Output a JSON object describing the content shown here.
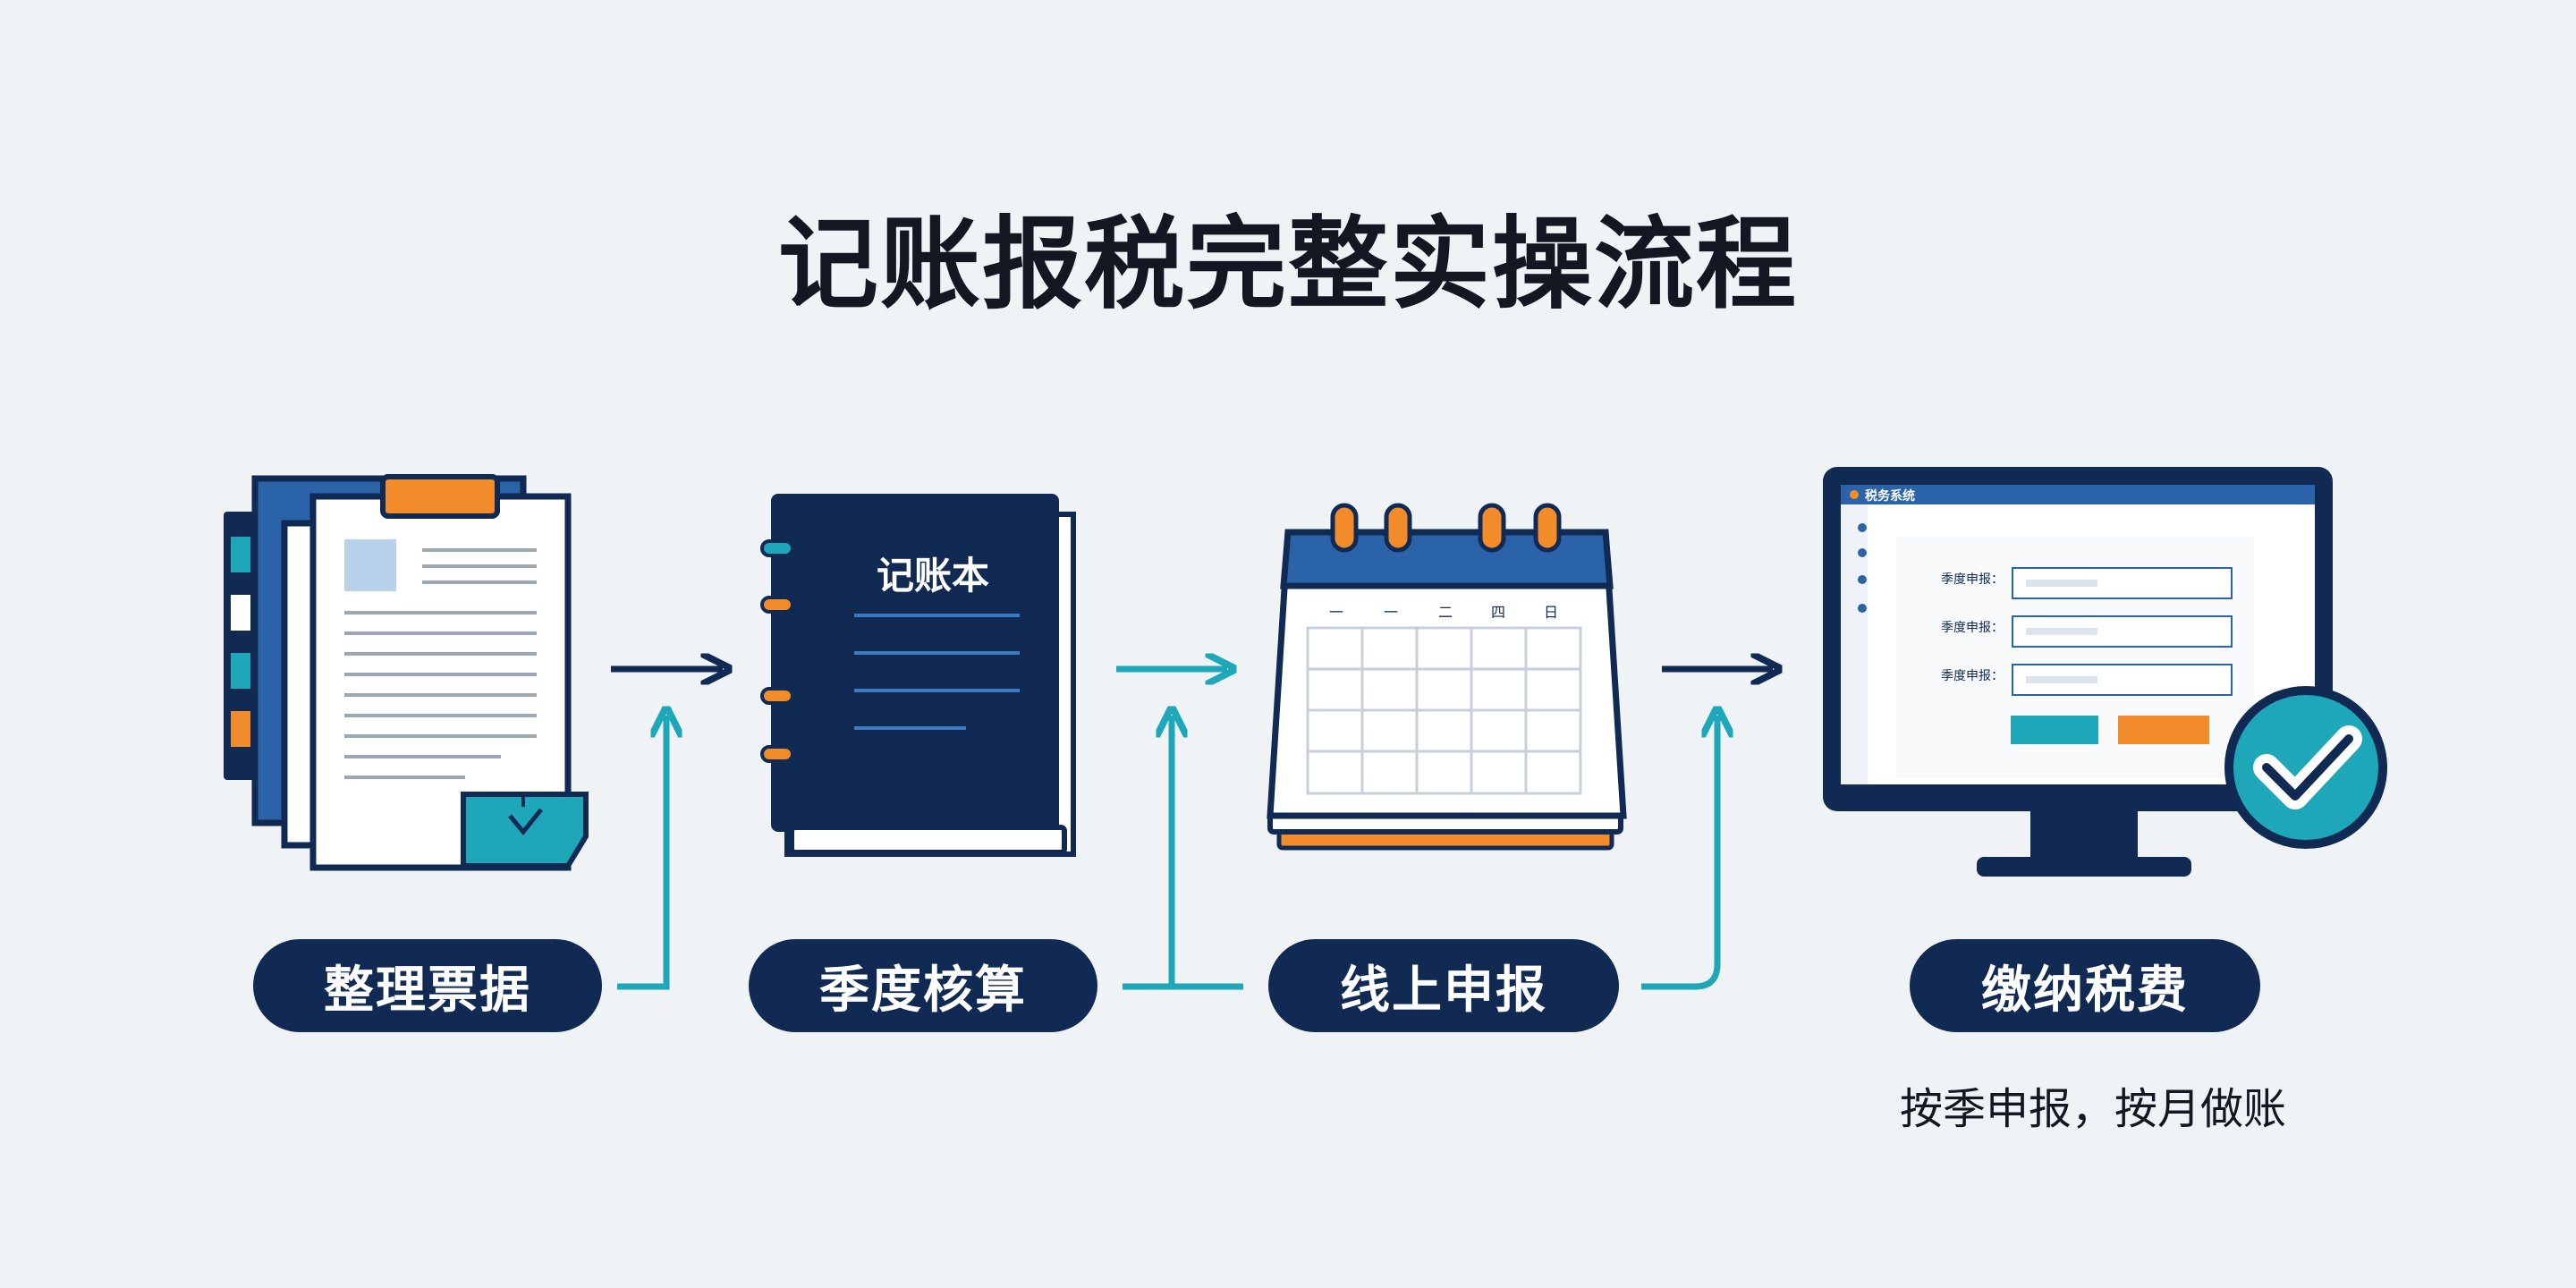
{
  "title": "记账报税完整实操流程",
  "steps": [
    {
      "label": "整理票据",
      "icon": "documents-icon"
    },
    {
      "label": "季度核算",
      "icon": "ledger-book-icon"
    },
    {
      "label": "线上申报",
      "icon": "calendar-icon"
    },
    {
      "label": "缴纳税费",
      "icon": "monitor-check-icon"
    }
  ],
  "ledger_cover": "记账本",
  "calendar_header": [
    "一",
    "一",
    "二",
    "四",
    "日"
  ],
  "monitor": {
    "app_name": "税务系统",
    "fields": [
      "季度申报：",
      "季度申报：",
      "季度申报："
    ]
  },
  "note": "按季申报，按月做账",
  "colors": {
    "navy": "#112a54",
    "teal": "#1ea7b9",
    "orange": "#f28c2a",
    "background": "#eff3f6"
  }
}
